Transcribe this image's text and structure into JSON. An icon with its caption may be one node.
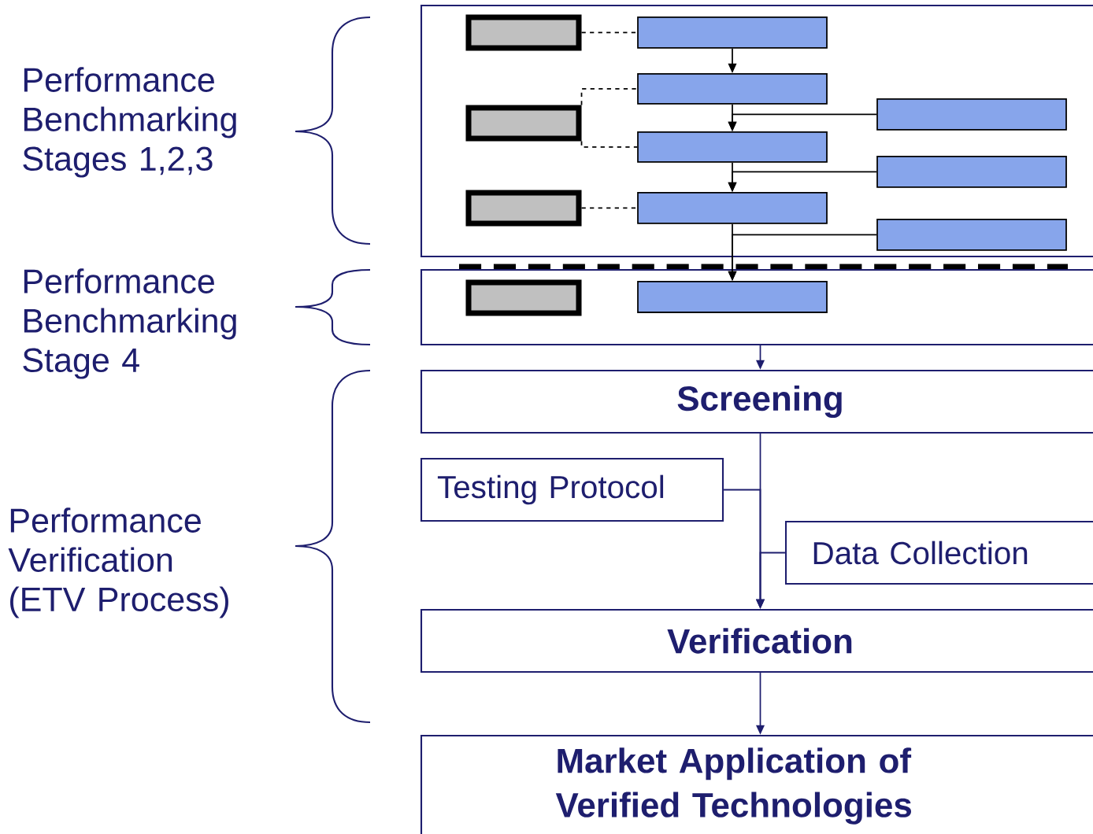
{
  "diagram": {
    "nodes": [
      {
        "text": [],
        "shape": "box"
      },
      {
        "text": [],
        "shape": "box",
        "in": 0
      },
      {
        "text": [],
        "shape": "box",
        "in": 0
      },
      {
        "text": [],
        "shape": "box",
        "in": 0
      },
      {
        "text": [],
        "shape": "box",
        "in": 0
      },
      {
        "text": [],
        "shape": "box",
        "in": 0
      },
      {
        "text": [],
        "shape": "box",
        "in": 0
      },
      {
        "text": [],
        "shape": "box",
        "in": 0
      },
      {
        "text": [],
        "shape": "box",
        "in": 0
      },
      {
        "text": [],
        "shape": "box",
        "in": 0
      },
      {
        "text": [],
        "shape": "box",
        "in": 0
      },
      {
        "text": [],
        "shape": "box"
      },
      {
        "text": [],
        "shape": "box",
        "in": 11
      },
      {
        "text": [],
        "shape": "box",
        "in": 11
      },
      {
        "text": [
          "Screening"
        ]
      },
      {
        "text": [
          "Testing Protocol"
        ]
      },
      {
        "text": [
          "Data Collection"
        ]
      },
      {
        "text": [
          "Verification"
        ]
      },
      {
        "text": [
          "Market Application of Verified Technologies"
        ]
      }
    ],
    "edges": [
      {
        "from": 1,
        "to": 4,
        "arrow": "none",
        "style": "dashed"
      },
      {
        "from": 2,
        "to": 5,
        "arrow": "none",
        "style": "dashed"
      },
      {
        "from": 2,
        "to": 6,
        "arrow": "none",
        "style": "dashed"
      },
      {
        "from": 3,
        "to": 7,
        "arrow": "none",
        "style": "dashed"
      },
      {
        "from": 4,
        "to": 5,
        "arrow": "to"
      },
      {
        "from": 5,
        "to": 6,
        "arrow": "to"
      },
      {
        "from": 8,
        "to": 6,
        "arrow": "to"
      },
      {
        "from": 6,
        "to": 7,
        "arrow": "to"
      },
      {
        "from": 9,
        "to": 7,
        "arrow": "to"
      },
      {
        "from": 7,
        "to": 13,
        "arrow": "to"
      },
      {
        "from": 10,
        "to": 13,
        "arrow": "to"
      },
      {
        "from": 11,
        "to": 14,
        "arrow": "to",
        "color": "#1e1e6e"
      },
      {
        "from": 14,
        "to": 17,
        "arrow": "to",
        "color": "#1e1e6e"
      },
      {
        "from": 15,
        "to": 17,
        "arrow": "to",
        "color": "#1e1e6e"
      },
      {
        "from": 16,
        "to": 17,
        "arrow": "to",
        "color": "#1e1e6e"
      },
      {
        "from": 17,
        "to": 18,
        "arrow": "to",
        "color": "#1e1e6e"
      }
    ],
    "labels": [
      "Performance Benchmarking Stages 1,2,3",
      "Performance Benchmarking Stage 4",
      "Performance Verification (ETV Process)"
    ]
  }
}
